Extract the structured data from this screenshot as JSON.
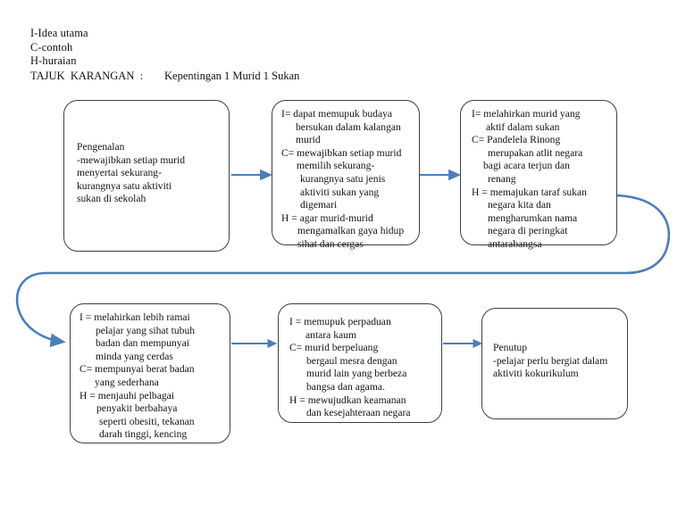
{
  "header": {
    "legend": [
      "I-Idea utama",
      "C-contoh",
      "H-huraian"
    ],
    "title_label": "TAJUK  KARANGAN  :",
    "title_value": "Kepentingan 1 Murid 1 Sukan"
  },
  "colors": {
    "arrow": "#4a7ebb",
    "box_border": "#3f3f3f",
    "text": "#141414",
    "background": "#ffffff"
  },
  "nodes": [
    {
      "id": "pengenalan",
      "name": "node-pengenalan",
      "lines": [
        {
          "style": "plain",
          "text": "Pengenalan"
        },
        {
          "style": "dash",
          "text": "-mewajibkan setiap murid"
        },
        {
          "style": "plain",
          "text": "menyertai sekurang-"
        },
        {
          "style": "plain",
          "text": "kurangnya satu aktiviti"
        },
        {
          "style": "plain",
          "text": "sukan di sekolah"
        }
      ]
    },
    {
      "id": "idea-1",
      "name": "node-idea-1",
      "lines": [
        {
          "style": "item",
          "text": "I= dapat memupuk budaya"
        },
        {
          "style": "ind",
          "text": "bersukan dalam kalangan"
        },
        {
          "style": "ind",
          "text": "murid"
        },
        {
          "style": "item",
          "text": "C= mewajibkan setiap murid"
        },
        {
          "style": "ind",
          "text": "memilih sekurang-"
        },
        {
          "style": "ind2",
          "text": "kurangnya satu jenis"
        },
        {
          "style": "ind2",
          "text": "aktiviti sukan yang"
        },
        {
          "style": "ind2",
          "text": "digemari"
        },
        {
          "style": "item",
          "text": "H = agar murid-murid"
        },
        {
          "style": "ind",
          "text": "mengamalkan gaya hidup"
        },
        {
          "style": "ind",
          "text": "sihat dan cergas"
        }
      ]
    },
    {
      "id": "idea-2",
      "name": "node-idea-2",
      "lines": [
        {
          "style": "item",
          "text": "I= melahirkan murid yang"
        },
        {
          "style": "ind",
          "text": "aktif dalam sukan"
        },
        {
          "style": "item",
          "text": "C= Pandelela Rinong"
        },
        {
          "style": "ind",
          "text": "merupakan atlit negara"
        },
        {
          "style": "ind3",
          "text": "bagi acara terjun dan"
        },
        {
          "style": "ind",
          "text": "renang"
        },
        {
          "style": "item",
          "text": "H = memajukan taraf sukan"
        },
        {
          "style": "ind",
          "text": "negara kita dan"
        },
        {
          "style": "ind",
          "text": "mengharumkan nama"
        },
        {
          "style": "ind",
          "text": "negara di peringkat"
        },
        {
          "style": "ind",
          "text": "antarabangsa"
        }
      ]
    },
    {
      "id": "idea-3",
      "name": "node-idea-3",
      "lines": [
        {
          "style": "item",
          "text": "I = melahirkan lebih ramai"
        },
        {
          "style": "ind",
          "text": "pelajar yang sihat tubuh"
        },
        {
          "style": "ind",
          "text": "badan dan mempunyai"
        },
        {
          "style": "ind",
          "text": "minda yang cerdas"
        },
        {
          "style": "item",
          "text": "C= mempunyai berat badan"
        },
        {
          "style": "ind",
          "text": "yang sederhana"
        },
        {
          "style": "item",
          "text": "H = menjauhi pelbagai"
        },
        {
          "style": "ind",
          "text": "penyakit berbahaya"
        },
        {
          "style": "ind2",
          "text": "seperti obesiti, tekanan"
        },
        {
          "style": "ind2",
          "text": "darah tinggi, kencing"
        }
      ]
    },
    {
      "id": "idea-4",
      "name": "node-idea-4",
      "lines": [
        {
          "style": "item",
          "text": "I = memupuk perpaduan"
        },
        {
          "style": "ind",
          "text": "antara kaum"
        },
        {
          "style": "item",
          "text": "C= murid berpeluang"
        },
        {
          "style": "ind",
          "text": "bergaul mesra dengan"
        },
        {
          "style": "ind",
          "text": "murid lain yang berbeza"
        },
        {
          "style": "ind",
          "text": "bangsa dan agama."
        },
        {
          "style": "item",
          "text": "H = mewujudkan keamanan"
        },
        {
          "style": "ind",
          "text": "dan kesejahteraan negara"
        }
      ]
    },
    {
      "id": "penutup",
      "name": "node-penutup",
      "lines": [
        {
          "style": "plain",
          "text": "Penutup"
        },
        {
          "style": "dash",
          "text": "-pelajar perlu bergiat dalam"
        },
        {
          "style": "plain",
          "text": " aktiviti kokurikulum"
        }
      ]
    }
  ],
  "connectors": [
    {
      "name": "arrow-pengenalan-to-idea-1",
      "kind": "straight-right"
    },
    {
      "name": "arrow-idea-1-to-idea-2",
      "kind": "straight-right"
    },
    {
      "name": "arrow-idea-2-to-idea-3",
      "kind": "loop-around"
    },
    {
      "name": "arrow-idea-3-to-idea-4",
      "kind": "straight-right"
    },
    {
      "name": "arrow-idea-4-to-penutup",
      "kind": "straight-right"
    }
  ]
}
